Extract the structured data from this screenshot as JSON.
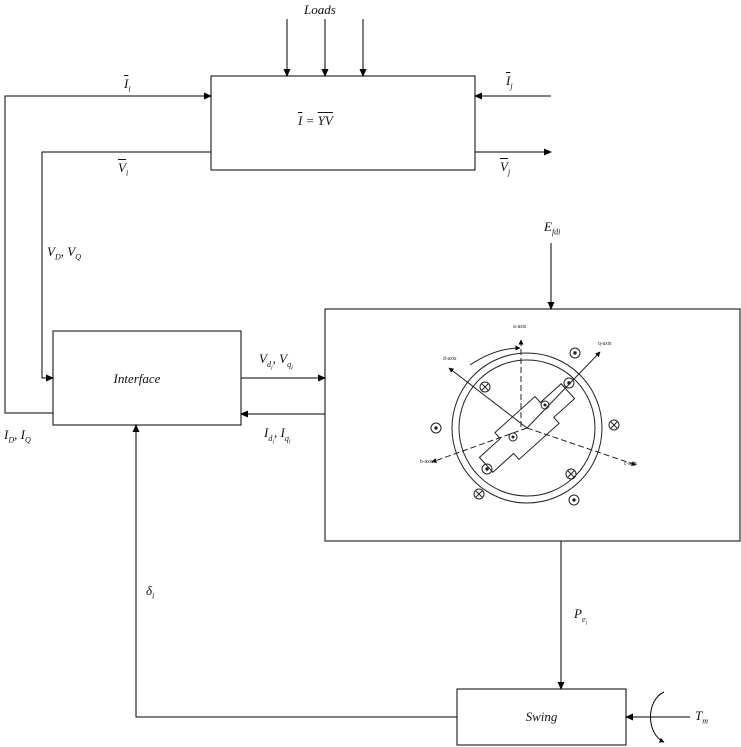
{
  "labels": {
    "loads": "Loads",
    "i_i_sym": "I",
    "i_i_sub": "i",
    "i_j_sym": "I",
    "i_j_sub": "j",
    "v_i_sym": "V",
    "v_i_sub": "i",
    "v_j_sym": "V",
    "v_j_sub": "j",
    "network_eq_i": "I",
    "network_eq_mid": " = ",
    "network_eq_y": "Y",
    "network_eq_v": "V",
    "vd_vq_v1": "V",
    "vd_vq_s1": "D",
    "vd_vq_sep": ", ",
    "vd_vq_v2": "V",
    "vd_vq_s2": "Q",
    "efd_sym": "E",
    "efd_sub": "fdi",
    "interface": "Interface",
    "vdq_v1": "V",
    "vdq_s1": "d",
    "vdq_ss1": "i",
    "vdq_sep": ", ",
    "vdq_v2": "V",
    "vdq_s2": "q",
    "vdq_ss2": "i",
    "idq_v1": "I",
    "idq_s1": "d",
    "idq_ss1": "i",
    "idq_sep": ", ",
    "idq_v2": "I",
    "idq_s2": "q",
    "idq_ss2": "i",
    "idiq_v1": "I",
    "idiq_s1": "D",
    "idiq_sep": ", ",
    "idiq_v2": "I",
    "idiq_s2": "Q",
    "delta_sym": "δ",
    "delta_sub": "i",
    "pe_sym": "P",
    "pe_sub": "e",
    "pe_subsub": "i",
    "swing": "Swing",
    "tm_sym": "T",
    "tm_sub": "m"
  },
  "machine_labels": {
    "a_axis": "a-axis",
    "b_axis": "b-axis",
    "c_axis": "c-axis",
    "d_axis": "d-axis",
    "q_axis": "q-axis"
  }
}
